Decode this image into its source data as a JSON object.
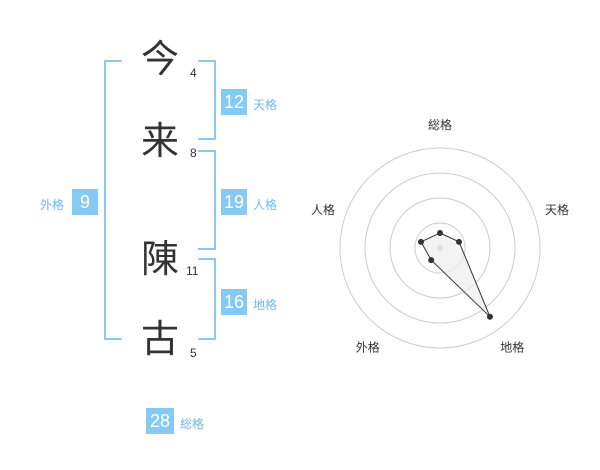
{
  "name": {
    "characters": [
      {
        "char": "今",
        "strokes": "4"
      },
      {
        "char": "来",
        "strokes": "8"
      },
      {
        "char": "陳",
        "strokes": "11"
      },
      {
        "char": "古",
        "strokes": "5"
      }
    ]
  },
  "kakusu": {
    "tenkaku": {
      "value": "12",
      "label": "天格"
    },
    "jinkaku": {
      "value": "19",
      "label": "人格"
    },
    "chikaku": {
      "value": "16",
      "label": "地格"
    },
    "gaikaku": {
      "value": "9",
      "label": "外格"
    },
    "soukaku": {
      "value": "28",
      "label": "総格"
    }
  },
  "radar": {
    "axes": [
      "総格",
      "天格",
      "地格",
      "外格",
      "人格"
    ],
    "levels": 4,
    "values": [
      0.15,
      0.2,
      0.85,
      0.15,
      0.2
    ],
    "grid_color": "#cccccc",
    "fill_color": "#eeeeee",
    "line_color": "#333333"
  }
}
